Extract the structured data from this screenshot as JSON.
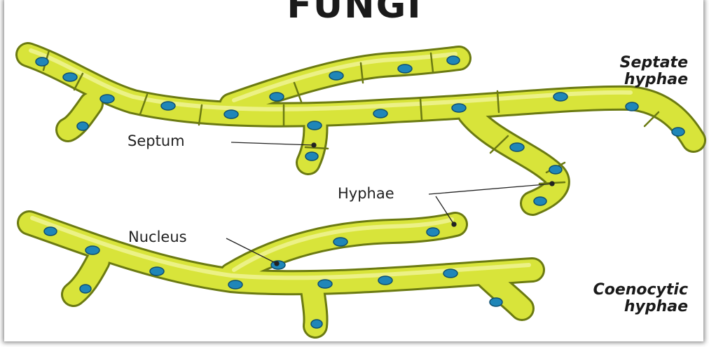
{
  "title": "FUNGI",
  "labels": {
    "septum": "Septum",
    "hyphae": "Hyphae",
    "nucleus": "Nucleus"
  },
  "types": {
    "septate_line1": "Septate",
    "septate_line2": "hyphae",
    "coenocytic_line1": "Coenocytic",
    "coenocytic_line2": "hyphae"
  },
  "colors": {
    "hypha_fill": "#d8e43a",
    "hypha_outline": "#6b7a12",
    "nucleus_fill": "#1f86b8",
    "leader_line": "#222222"
  }
}
